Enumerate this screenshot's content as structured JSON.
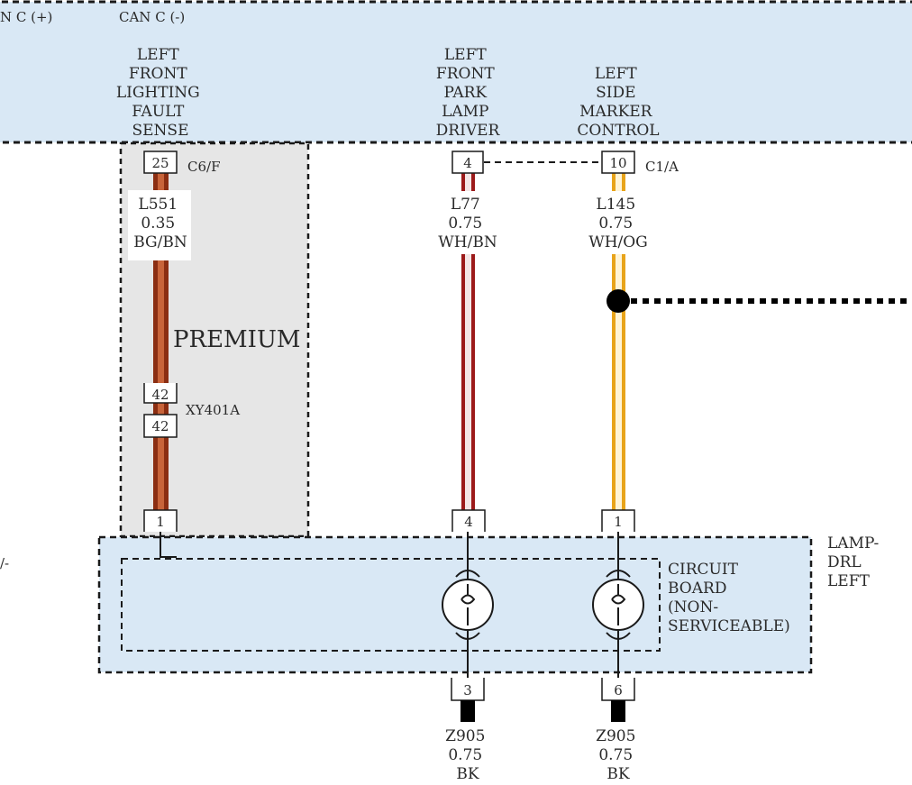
{
  "module_top": {
    "pins": [
      "N C (+)",
      "CAN C (-)"
    ],
    "circuits": [
      {
        "label_lines": [
          "LEFT",
          "FRONT",
          "LIGHTING",
          "FAULT",
          "SENSE"
        ]
      },
      {
        "label_lines": [
          "LEFT",
          "FRONT",
          "PARK",
          "LAMP",
          "DRIVER"
        ]
      },
      {
        "label_lines": [
          "LEFT",
          "SIDE",
          "MARKER",
          "CONTROL"
        ]
      }
    ]
  },
  "connectors": {
    "c6f": {
      "name": "C6/F",
      "pin": "25"
    },
    "c1a": {
      "name": "C1/A",
      "pins": [
        "4",
        "10"
      ]
    },
    "xy401a": {
      "name": "XY401A",
      "pins": [
        "42",
        "42"
      ]
    }
  },
  "wires": [
    {
      "circuit": "L551",
      "gauge": "0.35",
      "color": "BG/BN",
      "stripe_colors": [
        "#8b2e12",
        "#c8643a",
        "#8b2e12"
      ]
    },
    {
      "circuit": "L77",
      "gauge": "0.75",
      "color": "WH/BN",
      "stripe_colors": [
        "#9c1a1a",
        "#f4e6e6",
        "#9c1a1a"
      ]
    },
    {
      "circuit": "L145",
      "gauge": "0.75",
      "color": "WH/OG",
      "stripe_colors": [
        "#e8a41a",
        "#fff4d6",
        "#e8a41a"
      ]
    }
  ],
  "option_box": {
    "label": "PREMIUM"
  },
  "lamp": {
    "pins_top": [
      "1",
      "4",
      "1"
    ],
    "pins_bottom": [
      "3",
      "6"
    ],
    "name_lines": [
      "LAMP-",
      "DRL",
      "LEFT"
    ],
    "board_lines": [
      "CIRCUIT",
      "BOARD",
      "(NON-",
      "SERVICEABLE)"
    ],
    "left_edge_mark": "/-"
  },
  "grounds": [
    {
      "circuit": "Z905",
      "gauge": "0.75",
      "color": "BK"
    },
    {
      "circuit": "Z905",
      "gauge": "0.75",
      "color": "BK"
    }
  ],
  "colors": {
    "module_fill": "#d9e8f5",
    "option_fill": "#e6e6e6",
    "ink": "#1a1a1a"
  }
}
